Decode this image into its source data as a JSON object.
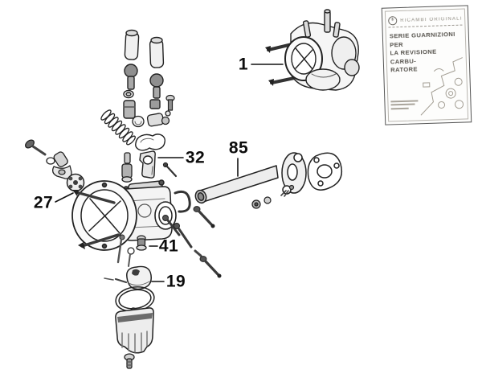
{
  "diagram": {
    "kind": "exploded-parts-diagram",
    "ink_color": "#1f1f1f",
    "background_color": "#ffffff",
    "callouts": [
      {
        "number": "1"
      },
      {
        "number": "32"
      },
      {
        "number": "85"
      },
      {
        "number": "27"
      },
      {
        "number": "41"
      },
      {
        "number": "19"
      }
    ]
  },
  "gasket_kit_card": {
    "brand_header": "RICAMBI ORIGINALI",
    "title_lines": [
      "SERIE GUARNIZIONI PER",
      "LA REVISIONE CARBU-",
      "RATORE"
    ]
  }
}
